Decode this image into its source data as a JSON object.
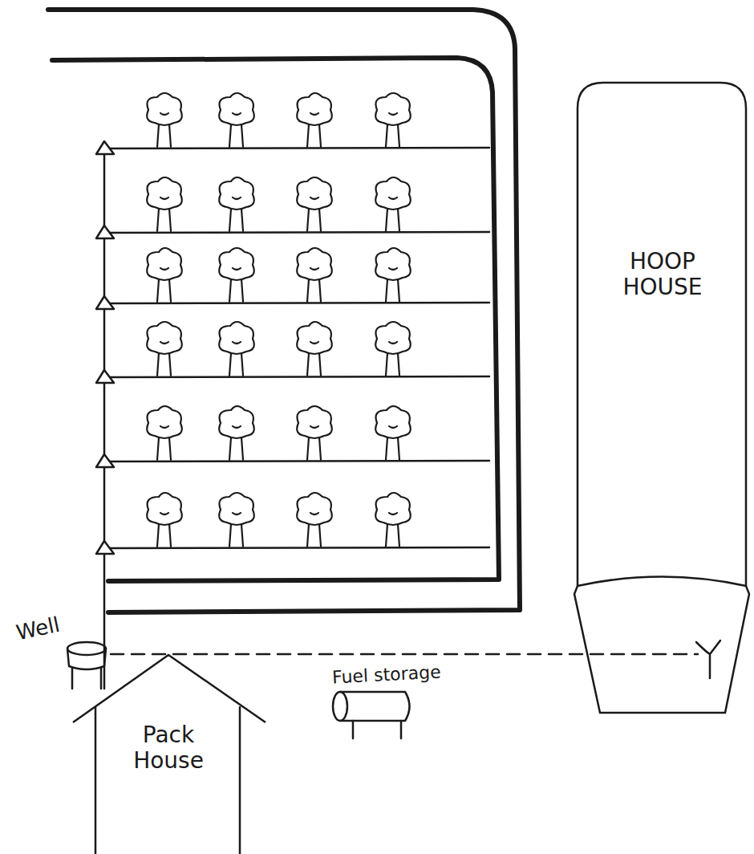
{
  "diagram": {
    "nodes": [
      {
        "text": [
          "HOOP HOUSE"
        ]
      },
      {
        "text": [
          "Pack House"
        ]
      }
    ],
    "labels": [
      "Well",
      "Fuel storage"
    ]
  }
}
